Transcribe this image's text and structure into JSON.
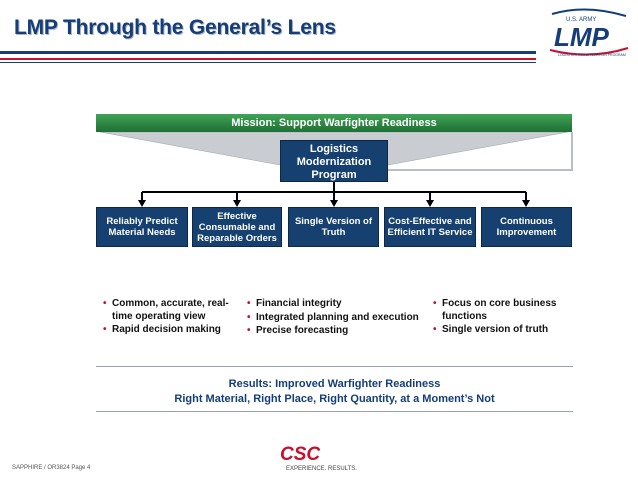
{
  "header": {
    "title": "LMP Through the General’s Lens",
    "logo": {
      "top_text": "U.S. ARMY",
      "main_text": "LMP",
      "sub_text": "LOGISTICS MODERNIZATION PROGRAM"
    }
  },
  "mission": "Mission: Support Warfighter Readiness",
  "program": [
    "Logistics",
    "Modernization",
    "Program"
  ],
  "boxes": [
    {
      "label": "Reliably Predict Material Needs"
    },
    {
      "label": "Effective Consumable and Reparable Orders"
    },
    {
      "label": "Single Version of Truth"
    },
    {
      "label": "Cost-Effective and Efficient IT Service"
    },
    {
      "label": "Continuous Improvement"
    }
  ],
  "bullet_groups": [
    {
      "items": [
        "Common, accurate, real-time operating view",
        "Rapid decision making"
      ]
    },
    {
      "items": [
        "Financial integrity",
        "Integrated planning and execution",
        "Precise forecasting"
      ]
    },
    {
      "items": [
        "Focus on core business functions",
        "Single version of truth"
      ]
    }
  ],
  "results": {
    "line1": "Results:  Improved Warfighter Readiness",
    "line2": "Right Material, Right Place, Right Quantity, at a Moment’s Not"
  },
  "csc": {
    "logo_text": "CSC",
    "tagline": "EXPERIENCE. RESULTS."
  },
  "footer": "SAPPHIRE / OR3824 Page 4",
  "colors": {
    "navy": "#143d7a",
    "green": "#2f8a46",
    "red": "#c8102e",
    "box": "#15406f"
  }
}
